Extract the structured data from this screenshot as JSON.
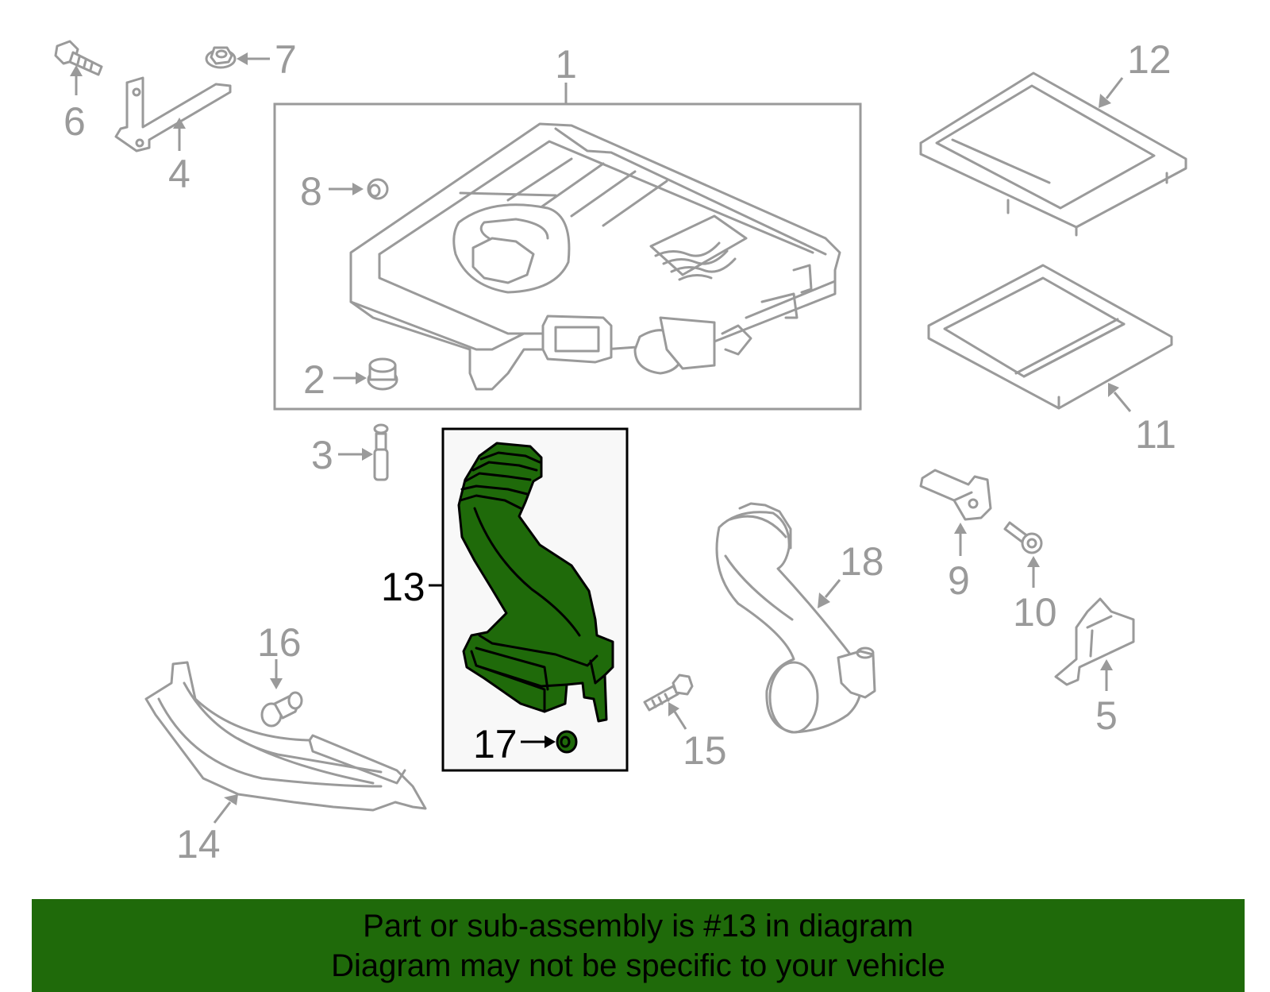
{
  "colors": {
    "banner_background": "#1f6a0a",
    "highlight_part": "#1f6a0a",
    "part_lines": "#9a9a9a",
    "callout_text": "#9a9a9a",
    "selected_callout": "#000000"
  },
  "selected_part": "13",
  "callouts": [
    {
      "id": "1",
      "label": "1"
    },
    {
      "id": "2",
      "label": "2"
    },
    {
      "id": "3",
      "label": "3"
    },
    {
      "id": "4",
      "label": "4"
    },
    {
      "id": "5",
      "label": "5"
    },
    {
      "id": "6",
      "label": "6"
    },
    {
      "id": "7",
      "label": "7"
    },
    {
      "id": "8",
      "label": "8"
    },
    {
      "id": "9",
      "label": "9"
    },
    {
      "id": "10",
      "label": "10"
    },
    {
      "id": "11",
      "label": "11"
    },
    {
      "id": "12",
      "label": "12"
    },
    {
      "id": "13",
      "label": "13"
    },
    {
      "id": "14",
      "label": "14"
    },
    {
      "id": "15",
      "label": "15"
    },
    {
      "id": "16",
      "label": "16"
    },
    {
      "id": "17",
      "label": "17"
    },
    {
      "id": "18",
      "label": "18"
    }
  ],
  "footer": {
    "line1": "Part or sub-assembly is #13 in diagram",
    "line2": "Diagram may not be specific to your vehicle"
  }
}
